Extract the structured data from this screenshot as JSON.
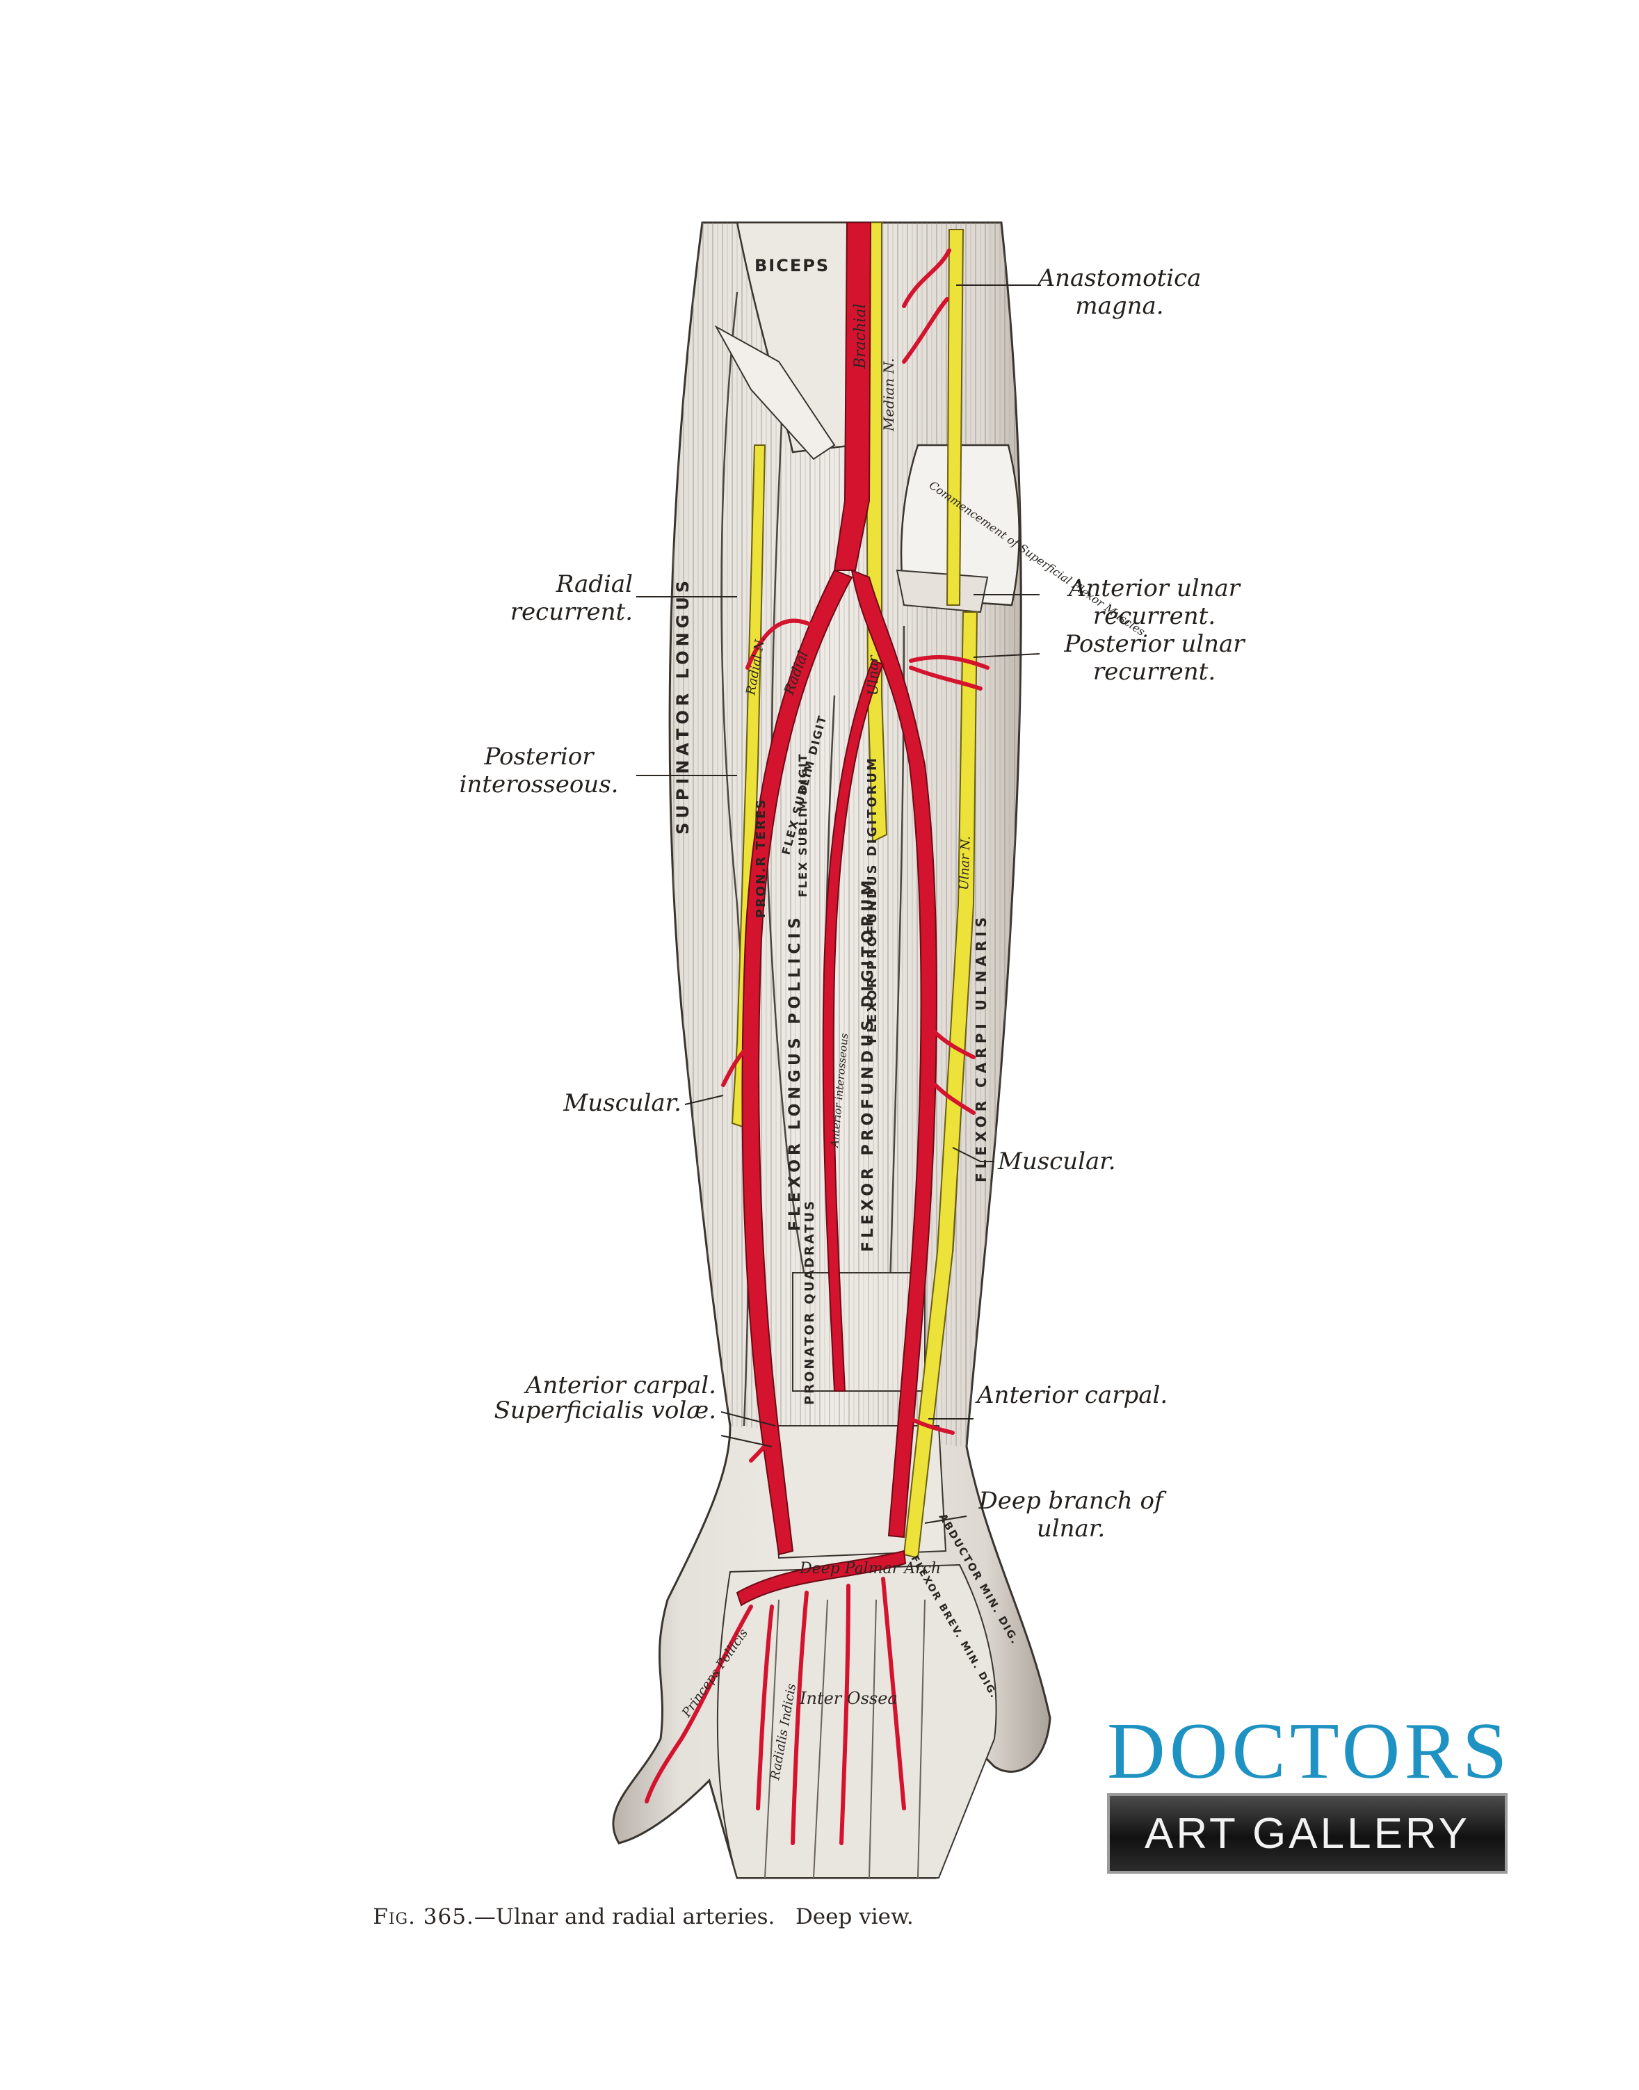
{
  "labels": {
    "anastomotica_magna": "Anastomotica\nmagna.",
    "radial_recurrent": "Radial\nrecurrent.",
    "anterior_ulnar_recurrent": "Anterior ulnar\nrecurrent.",
    "posterior_ulnar_recurrent": "Posterior ulnar\nrecurrent.",
    "posterior_interosseous": "Posterior\ninterosseous.",
    "muscular_left": "Muscular.",
    "muscular_right": "Muscular.",
    "anterior_carpal_left": "Anterior carpal.",
    "superficialis_volae": "Superficialis volæ.",
    "anterior_carpal_right": "Anterior carpal.",
    "deep_branch_of_ulnar": "Deep branch of\nulnar."
  },
  "inner_text": {
    "biceps": "BICEPS",
    "brachial": "Brachial",
    "median_n": "Median N.",
    "commencement": "Commencement of Superficial Flexor Muscles",
    "supinator_longus": "SUPINATOR LONGUS",
    "radial_n": "Radial N.",
    "radial": "Radial",
    "ulnar": "Ulnar",
    "pron_r_teres": "PRON.R TERES",
    "flex_sublim_digit_1": "FLEX SUBLIM DIGIT",
    "flex_sublim_digit_2": "FLEX SUBLIM DIGIT",
    "flexor_longus_pollicis": "FLEXOR LONGUS POLLICIS",
    "flexor_profundus_digitorum_1": "FLEXOR PROFUNDUS DIGITORUM",
    "flexor_profundus_digitorum_2": "FLEXOR PROFUNDUS DIGITORUM",
    "flexor_carpi_ulnaris": "FLEXOR CARPI ULNARIS",
    "ulnar_n": "Ulnar N.",
    "anterior_interosseous": "Anterior interosseous",
    "pronator_quadratus": "PRONATOR QUADRATUS",
    "deep_palmar_arch": "Deep Palmar Arch",
    "abductor_min_dig": "ABDUCTOR MIN. DIG.",
    "flexor_brev_min_dig": "FLEXOR BREV. MIN. DIG.",
    "princeps_pollicis": "Princeps Pollicis",
    "radialis_indicis": "Radialis Indicis",
    "interossea": "Inter Ossea"
  },
  "caption": {
    "fig": "Fig. 365.",
    "text": "—Ulnar and radial arteries.   Deep view."
  },
  "logo": {
    "top": "DOCTORS",
    "bottom": "ART GALLERY"
  },
  "colors": {
    "artery": "#d4142e",
    "nerve": "#ece23a",
    "muscle": "#d9d4cd",
    "logo_blue": "#1e92c2"
  }
}
